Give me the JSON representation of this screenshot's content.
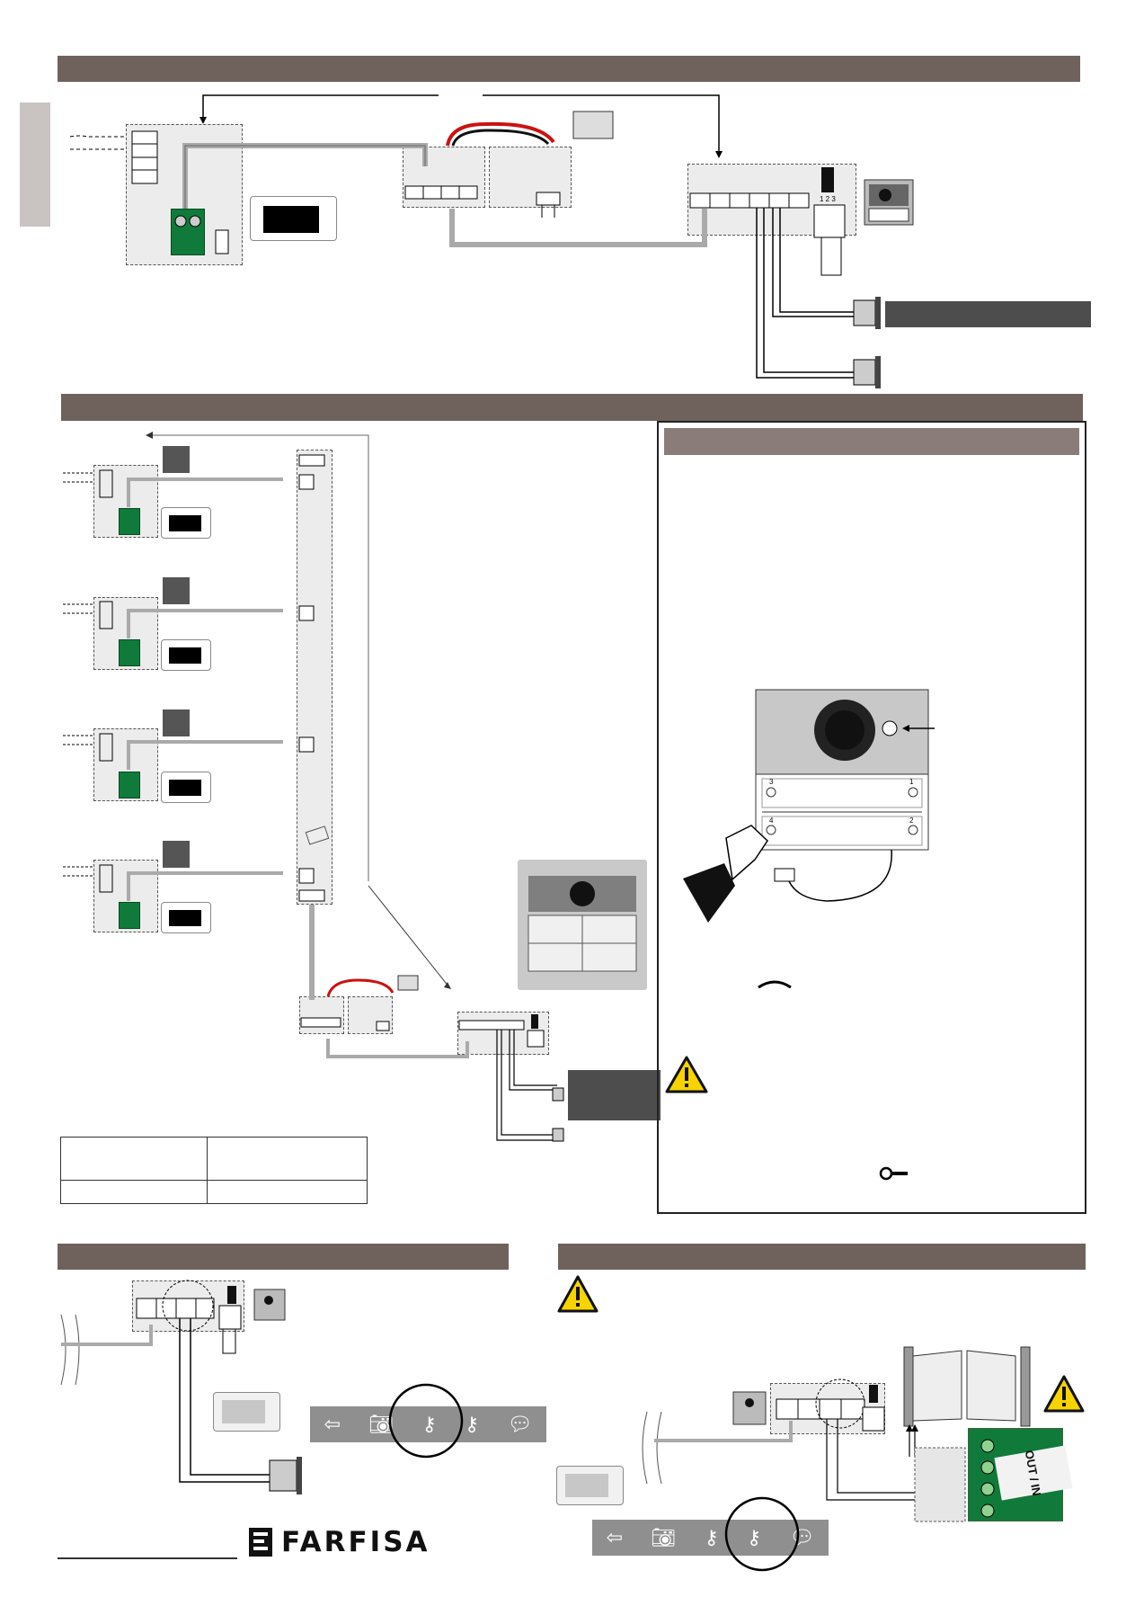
{
  "brand": {
    "name": "FARFISA"
  },
  "colors": {
    "band": "#6f625d",
    "panel_band": "#8a7c78",
    "terminal_green": "#0f7a3a",
    "warning_yellow": "#f7d400",
    "cable_red": "#cc1111"
  },
  "sections": [
    {
      "id": "single-user-wiring"
    },
    {
      "id": "multi-user-wiring"
    },
    {
      "id": "panel-programming"
    },
    {
      "id": "lock-wiring"
    },
    {
      "id": "gate-wiring"
    }
  ],
  "panel_buttons": [
    "1",
    "2",
    "3",
    "4"
  ],
  "dip_switch_numbers": "1 2 3",
  "gate_module_label": "OUT / IN",
  "toolbar_icons": [
    "exit-icon",
    "camera-icon",
    "lock-release-1-icon",
    "lock-release-2-icon",
    "chat-icon"
  ]
}
